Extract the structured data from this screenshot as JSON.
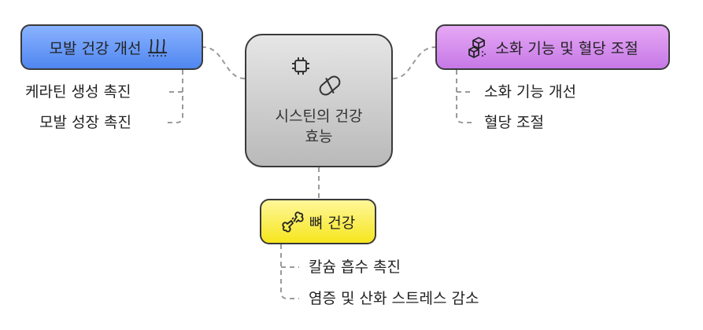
{
  "center": {
    "title": "시스틴의 건강 효능"
  },
  "branches": {
    "hair": {
      "label": "모발 건강 개선",
      "children": [
        "케라틴 생성 촉진",
        "모발 성장 촉진"
      ]
    },
    "digest": {
      "label": "소화 기능 및 혈당 조절",
      "children": [
        "소화 기능 개선",
        "혈당 조절"
      ]
    },
    "bone": {
      "label": "뼈 건강",
      "children": [
        "칼슘 흡수 촉진",
        "염증 및 산화 스트레스 감소"
      ]
    }
  },
  "icons": {
    "center": [
      "chip-icon",
      "pill-icon"
    ],
    "hair": "hair-follicle-icon",
    "digest": "cubes-icon",
    "bone": "broken-bone-icon"
  },
  "colors": {
    "hair": "#6a9cf7",
    "digest": "#d48ef0",
    "bone": "#f9ee4a",
    "center": "#cccccc",
    "connector": "#9a9a9a"
  }
}
